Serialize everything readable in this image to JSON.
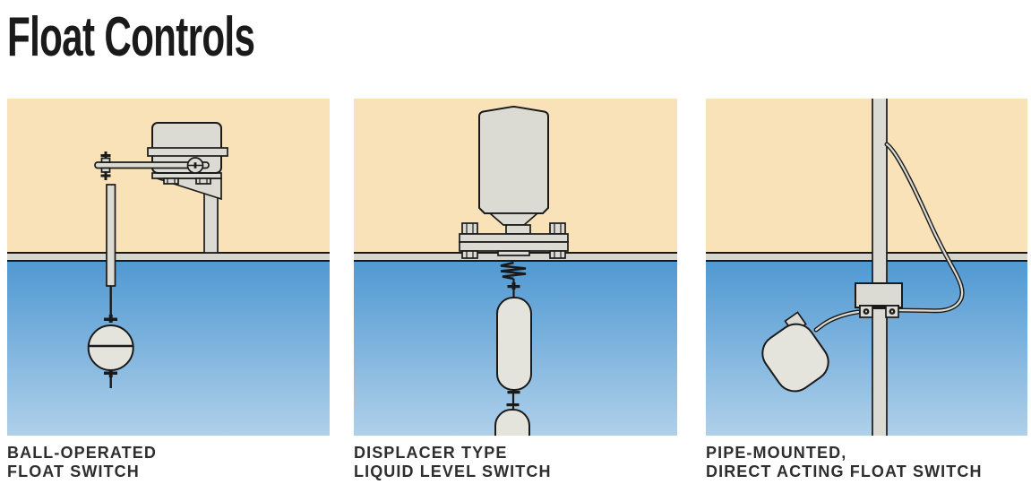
{
  "title": "Float Controls",
  "colors": {
    "tan": "#F9E1B8",
    "deck": "#D6D6CF",
    "water_top": "#5099D2",
    "water_bottom": "#AFD0EA",
    "equipment": "#DBDBD4",
    "equipment_light": "#E4E4DD",
    "outline": "#1A1A1A",
    "caption": "#2E2E2E",
    "title_color": "#1A1A1A",
    "background": "#FFFFFF"
  },
  "panels": [
    {
      "id": "ball-operated",
      "caption_line1": "BALL-OPERATED",
      "caption_line2": "FLOAT SWITCH"
    },
    {
      "id": "displacer-type",
      "caption_line1": "DISPLACER TYPE",
      "caption_line2": "LIQUID LEVEL SWITCH"
    },
    {
      "id": "pipe-mounted",
      "caption_line1": "PIPE-MOUNTED,",
      "caption_line2": "DIRECT ACTING FLOAT SWITCH"
    }
  ]
}
